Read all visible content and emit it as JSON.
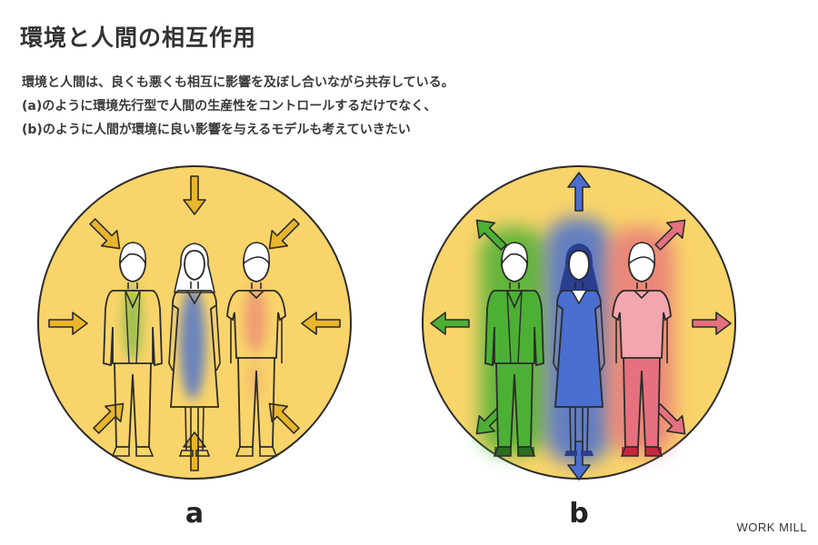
{
  "title": "環境と人間の相互作用",
  "description": [
    "環境と人間は、良くも悪くも相互に影響を及ぼし合いながら共存している。",
    "(a)のように環境先行型で人間の生産性をコントロールするだけでなく、",
    "(b)のように人間が環境に良い影響を与えるモデルも考えていきたい"
  ],
  "panels": [
    {
      "label": "a",
      "arrow_direction": "inward"
    },
    {
      "label": "b",
      "arrow_direction": "outward"
    }
  ],
  "brand": "WORK MILL",
  "colors": {
    "circle": "#F9D46A",
    "circle_stroke": "#2b2b2b",
    "arrow_gold": "#E9B52C",
    "green": "#4CB035",
    "blue": "#4A6FD0",
    "pink": "#E6707E",
    "pink_light": "#F2A6AE"
  }
}
